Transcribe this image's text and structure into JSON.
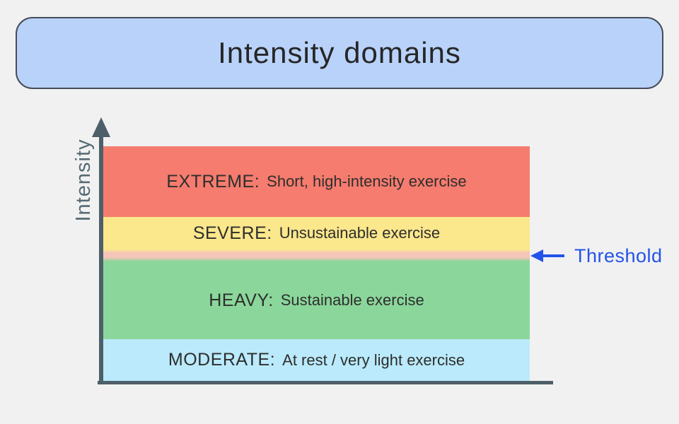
{
  "page": {
    "background": "#f1f1f2"
  },
  "header": {
    "title": "Intensity domains",
    "background": "#b9d2fa",
    "border_color": "#454d59",
    "text_color": "#262626"
  },
  "axes": {
    "y_label": "Intensity",
    "line_color": "#4d5f68",
    "label_color": "#566a74"
  },
  "bands": [
    {
      "name": "EXTREME:",
      "description": "Short, high-intensity exercise",
      "color": "#f57c6e"
    },
    {
      "name": "SEVERE:",
      "description": "Unsustainable exercise",
      "color": "#fbe78c"
    },
    {
      "name": "HEAVY:",
      "description": "Sustainable exercise",
      "color": "#8bd79b"
    },
    {
      "name": "MODERATE:",
      "description": "At rest / very light exercise",
      "color": "#baeafb"
    }
  ],
  "threshold": {
    "label": "Threshold",
    "icon": "left-arrow",
    "color": "#2353e9",
    "strip_color": "#f6c4b9",
    "strip_gradient": "linear-gradient(to bottom, #fbe78c 0%, #f6c4b9 30%, #f6c4b9 65%, #8bd79b 100%)"
  }
}
